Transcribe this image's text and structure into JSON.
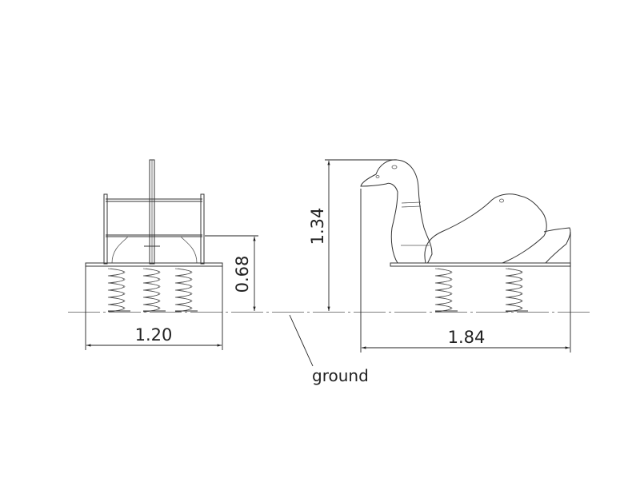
{
  "drawing": {
    "front_view": {
      "width_label": "1.20",
      "seat_height_label": "0.68",
      "spring_count": 3
    },
    "side_view": {
      "length_label": "1.84",
      "height_label": "1.34",
      "spring_count": 2
    },
    "ground_label": "ground",
    "line_color": "#333333"
  }
}
